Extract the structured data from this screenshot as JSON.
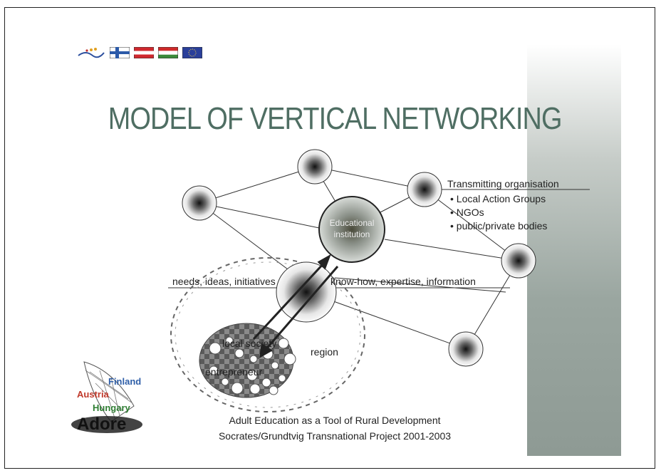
{
  "title": "MODEL OF VERTICAL NETWORKING",
  "transmitting": {
    "heading": "Transmitting organisation",
    "bullets": [
      "Local Action Groups",
      "NGOs",
      "public/private bodies"
    ]
  },
  "center_node": {
    "line1": "Educational",
    "line2": "institution"
  },
  "flow": {
    "left": "needs, ideas, initiatives",
    "right": "know-how, expertise, information"
  },
  "local": {
    "society": "local society",
    "entrepreneur": "entrepreneur",
    "region": "region"
  },
  "footer": {
    "line1": "Adult Education as a Tool of Rural Development",
    "line2": "Socrates/Grundtvig Transnational Project 2001-2003"
  },
  "logo": {
    "finland": "Finland",
    "austria": "Austria",
    "hungary": "Hungary",
    "adore": "Adore"
  },
  "colors": {
    "title": "#4f6e63",
    "finland": "#2f5fa8",
    "austria": "#c0392b",
    "hungary": "#2e7d32"
  },
  "icons": [
    "leader-logo-icon",
    "finland-flag-icon",
    "austria-flag-icon",
    "hungary-flag-icon",
    "eu-flag-icon"
  ]
}
